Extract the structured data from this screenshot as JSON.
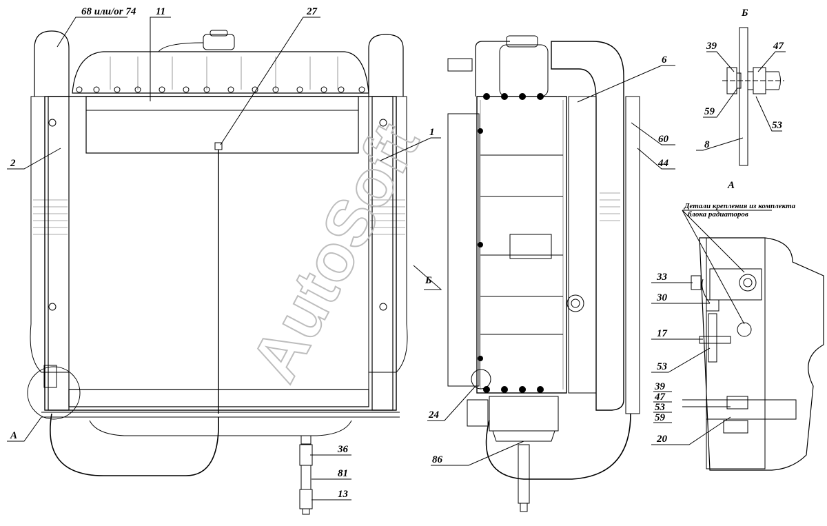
{
  "watermark": "AutoSoft",
  "section_labels": {
    "b": "Б",
    "a": "А"
  },
  "note": {
    "line1": "Детали крепления из комплекта",
    "line2": "блока радиаторов"
  },
  "callouts": {
    "c68": "68 или/or 74",
    "c11": "11",
    "c27": "27",
    "c1": "1",
    "c2": "2",
    "cA": "А",
    "c36": "36",
    "c81": "81",
    "c13": "13",
    "c6": "6",
    "c60": "60",
    "c44": "44",
    "cB": "Б",
    "c24": "24",
    "c86": "86",
    "c39": "39",
    "c47": "47",
    "c59": "59",
    "c53": "53",
    "c8": "8",
    "c33": "33",
    "c30": "30",
    "c17": "17",
    "c53b": "53",
    "c39b": "39",
    "c47b": "47",
    "c53c": "53",
    "c59b": "59",
    "c20": "20"
  }
}
